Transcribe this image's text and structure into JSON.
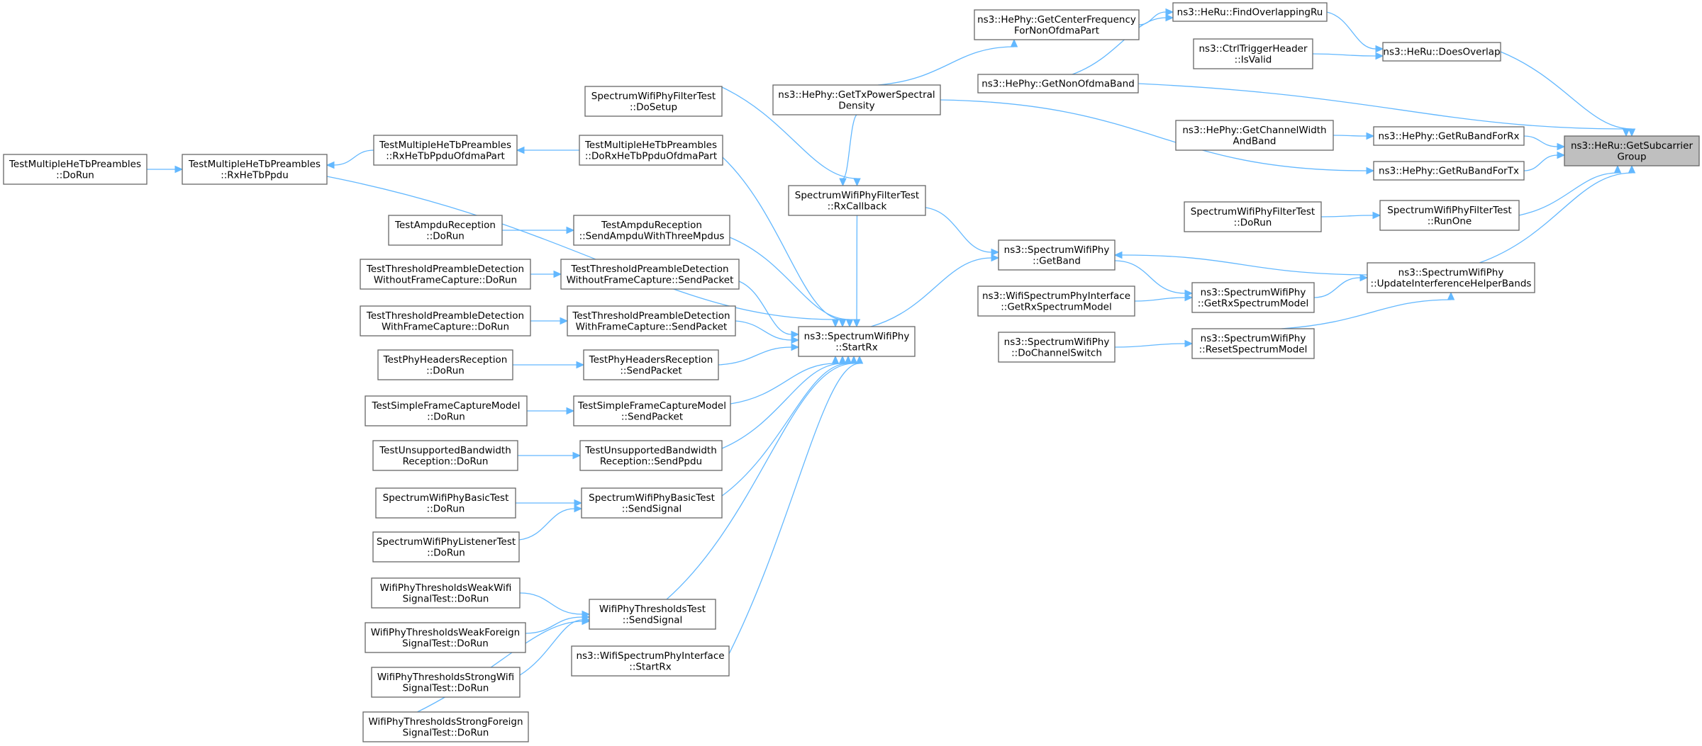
{
  "nodes": [
    {
      "id": "root",
      "lines": [
        "ns3::HeRu::GetSubcarrier",
        "Group"
      ],
      "root": true
    },
    {
      "id": "doesOverlap",
      "lines": [
        "ns3::HeRu::DoesOverlap"
      ]
    },
    {
      "id": "findOverlap",
      "lines": [
        "ns3::HeRu::FindOverlappingRu"
      ]
    },
    {
      "id": "centerFreq",
      "lines": [
        "ns3::HePhy::GetCenterFrequency",
        "ForNonOfdmaPart"
      ]
    },
    {
      "id": "ctrlTrigger",
      "lines": [
        "ns3::CtrlTriggerHeader",
        "::IsValid"
      ]
    },
    {
      "id": "nonOfdma",
      "lines": [
        "ns3::HePhy::GetNonOfdmaBand"
      ]
    },
    {
      "id": "txPsd",
      "lines": [
        "ns3::HePhy::GetTxPowerSpectral",
        "Density"
      ]
    },
    {
      "id": "chanWidth",
      "lines": [
        "ns3::HePhy::GetChannelWidth",
        "AndBand"
      ]
    },
    {
      "id": "ruRx",
      "lines": [
        "ns3::HePhy::GetRuBandForRx"
      ]
    },
    {
      "id": "ruTx",
      "lines": [
        "ns3::HePhy::GetRuBandForTx"
      ]
    },
    {
      "id": "filterDoRun",
      "lines": [
        "SpectrumWifiPhyFilterTest",
        "::DoRun"
      ]
    },
    {
      "id": "filterRunOne",
      "lines": [
        "SpectrumWifiPhyFilterTest",
        "::RunOne"
      ]
    },
    {
      "id": "updateBands",
      "lines": [
        "ns3::SpectrumWifiPhy",
        "::UpdateInterferenceHelperBands"
      ]
    },
    {
      "id": "getBand",
      "lines": [
        "ns3::SpectrumWifiPhy",
        "::GetBand"
      ]
    },
    {
      "id": "ifaceGetRx",
      "lines": [
        "ns3::WifiSpectrumPhyInterface",
        "::GetRxSpectrumModel"
      ]
    },
    {
      "id": "getRxModel",
      "lines": [
        "ns3::SpectrumWifiPhy",
        "::GetRxSpectrumModel"
      ]
    },
    {
      "id": "doChanSwitch",
      "lines": [
        "ns3::SpectrumWifiPhy",
        "::DoChannelSwitch"
      ]
    },
    {
      "id": "resetModel",
      "lines": [
        "ns3::SpectrumWifiPhy",
        "::ResetSpectrumModel"
      ]
    },
    {
      "id": "filterSetup",
      "lines": [
        "SpectrumWifiPhyFilterTest",
        "::DoSetup"
      ]
    },
    {
      "id": "rxCallback",
      "lines": [
        "SpectrumWifiPhyFilterTest",
        "::RxCallback"
      ]
    },
    {
      "id": "startRx",
      "lines": [
        "ns3::SpectrumWifiPhy",
        "::StartRx"
      ]
    },
    {
      "id": "mhtbDoRun",
      "lines": [
        "TestMultipleHeTbPreambles",
        "::DoRun"
      ]
    },
    {
      "id": "mhtbRx",
      "lines": [
        "TestMultipleHeTbPreambles",
        "::RxHeTbPpdu"
      ]
    },
    {
      "id": "mhtbRxOfdma",
      "lines": [
        "TestMultipleHeTbPreambles",
        "::RxHeTbPpduOfdmaPart"
      ]
    },
    {
      "id": "mhtbDoRxOfdma",
      "lines": [
        "TestMultipleHeTbPreambles",
        "::DoRxHeTbPpduOfdmaPart"
      ]
    },
    {
      "id": "ampduDoRun",
      "lines": [
        "TestAmpduReception",
        "::DoRun"
      ]
    },
    {
      "id": "ampduSend",
      "lines": [
        "TestAmpduReception",
        "::SendAmpduWithThreeMpdus"
      ]
    },
    {
      "id": "threshWoDoRun",
      "lines": [
        "TestThresholdPreambleDetection",
        "WithoutFrameCapture::DoRun"
      ]
    },
    {
      "id": "threshWoSend",
      "lines": [
        "TestThresholdPreambleDetection",
        "WithoutFrameCapture::SendPacket"
      ]
    },
    {
      "id": "threshWDoRun",
      "lines": [
        "TestThresholdPreambleDetection",
        "WithFrameCapture::DoRun"
      ]
    },
    {
      "id": "threshWSend",
      "lines": [
        "TestThresholdPreambleDetection",
        "WithFrameCapture::SendPacket"
      ]
    },
    {
      "id": "hdrDoRun",
      "lines": [
        "TestPhyHeadersReception",
        "::DoRun"
      ]
    },
    {
      "id": "hdrSend",
      "lines": [
        "TestPhyHeadersReception",
        "::SendPacket"
      ]
    },
    {
      "id": "sfcDoRun",
      "lines": [
        "TestSimpleFrameCaptureModel",
        "::DoRun"
      ]
    },
    {
      "id": "sfcSend",
      "lines": [
        "TestSimpleFrameCaptureModel",
        "::SendPacket"
      ]
    },
    {
      "id": "unsupDoRun",
      "lines": [
        "TestUnsupportedBandwidth",
        "Reception::DoRun"
      ]
    },
    {
      "id": "unsupSend",
      "lines": [
        "TestUnsupportedBandwidth",
        "Reception::SendPpdu"
      ]
    },
    {
      "id": "basicDoRun",
      "lines": [
        "SpectrumWifiPhyBasicTest",
        "::DoRun"
      ]
    },
    {
      "id": "basicSend",
      "lines": [
        "SpectrumWifiPhyBasicTest",
        "::SendSignal"
      ]
    },
    {
      "id": "listenerDoRun",
      "lines": [
        "SpectrumWifiPhyListenerTest",
        "::DoRun"
      ]
    },
    {
      "id": "weakWifi",
      "lines": [
        "WifiPhyThresholdsWeakWifi",
        "SignalTest::DoRun"
      ]
    },
    {
      "id": "threshSend",
      "lines": [
        "WifiPhyThresholdsTest",
        "::SendSignal"
      ]
    },
    {
      "id": "weakForeign",
      "lines": [
        "WifiPhyThresholdsWeakForeign",
        "SignalTest::DoRun"
      ]
    },
    {
      "id": "ifaceStartRx",
      "lines": [
        "ns3::WifiSpectrumPhyInterface",
        "::StartRx"
      ]
    },
    {
      "id": "strongWifi",
      "lines": [
        "WifiPhyThresholdsStrongWifi",
        "SignalTest::DoRun"
      ]
    },
    {
      "id": "strongForeign",
      "lines": [
        "WifiPhyThresholdsStrongForeign",
        "SignalTest::DoRun"
      ]
    }
  ]
}
